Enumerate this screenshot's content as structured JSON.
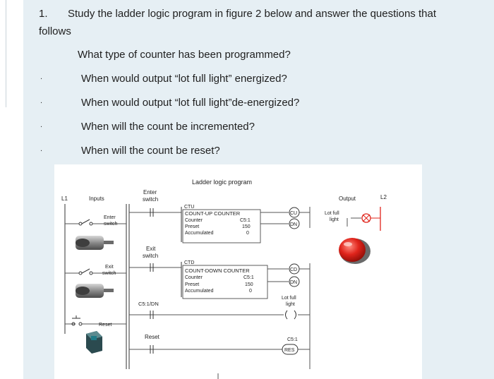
{
  "question": {
    "number": "1.",
    "text": "Study the ladder logic program in figure 2 below and answer the questions that",
    "text_cont": "follows",
    "sub": [
      "What type of counter has been programmed?",
      "When would output “lot full light” energized?",
      "When would output “lot full light”de-energized?",
      "When will the count be incremented?",
      "When will the count be reset?"
    ],
    "bullet": "."
  },
  "figure": {
    "title": "Ladder logic program",
    "l1": "L1",
    "l2": "L2",
    "inputs_label": "Inputs",
    "output_label": "Output",
    "enter_switch": [
      "Enter",
      "switch"
    ],
    "exit_switch": [
      "Exit",
      "switch"
    ],
    "reset_label": "Reset",
    "ctu": {
      "tag": "CTU",
      "title": "COUNT-UP COUNTER",
      "counter_label": "Counter",
      "counter_value": "C5:1",
      "preset_label": "Preset",
      "preset_value": "150",
      "accum_label": "Accumulated",
      "accum_value": "0",
      "coil_top": "CU",
      "coil_bottom": "DN"
    },
    "ctd": {
      "tag": "CTD",
      "title": "COUNT-DOWN COUNTER",
      "counter_label": "Counter",
      "counter_value": "C5:1",
      "preset_label": "Preset",
      "preset_value": "150",
      "accum_label": "Accumulated",
      "accum_value": "0",
      "coil_top": "CD",
      "coil_bottom": "DN"
    },
    "dn_contact": "C5:1/DN",
    "reset_contact": "Reset",
    "lot_full_light": [
      "Lot full",
      "light"
    ],
    "res_address": "C5:1",
    "res_coil": "RES",
    "colors": {
      "light": "#e0241b",
      "panel": "#e6eff4",
      "box_stroke": "#333333"
    }
  }
}
